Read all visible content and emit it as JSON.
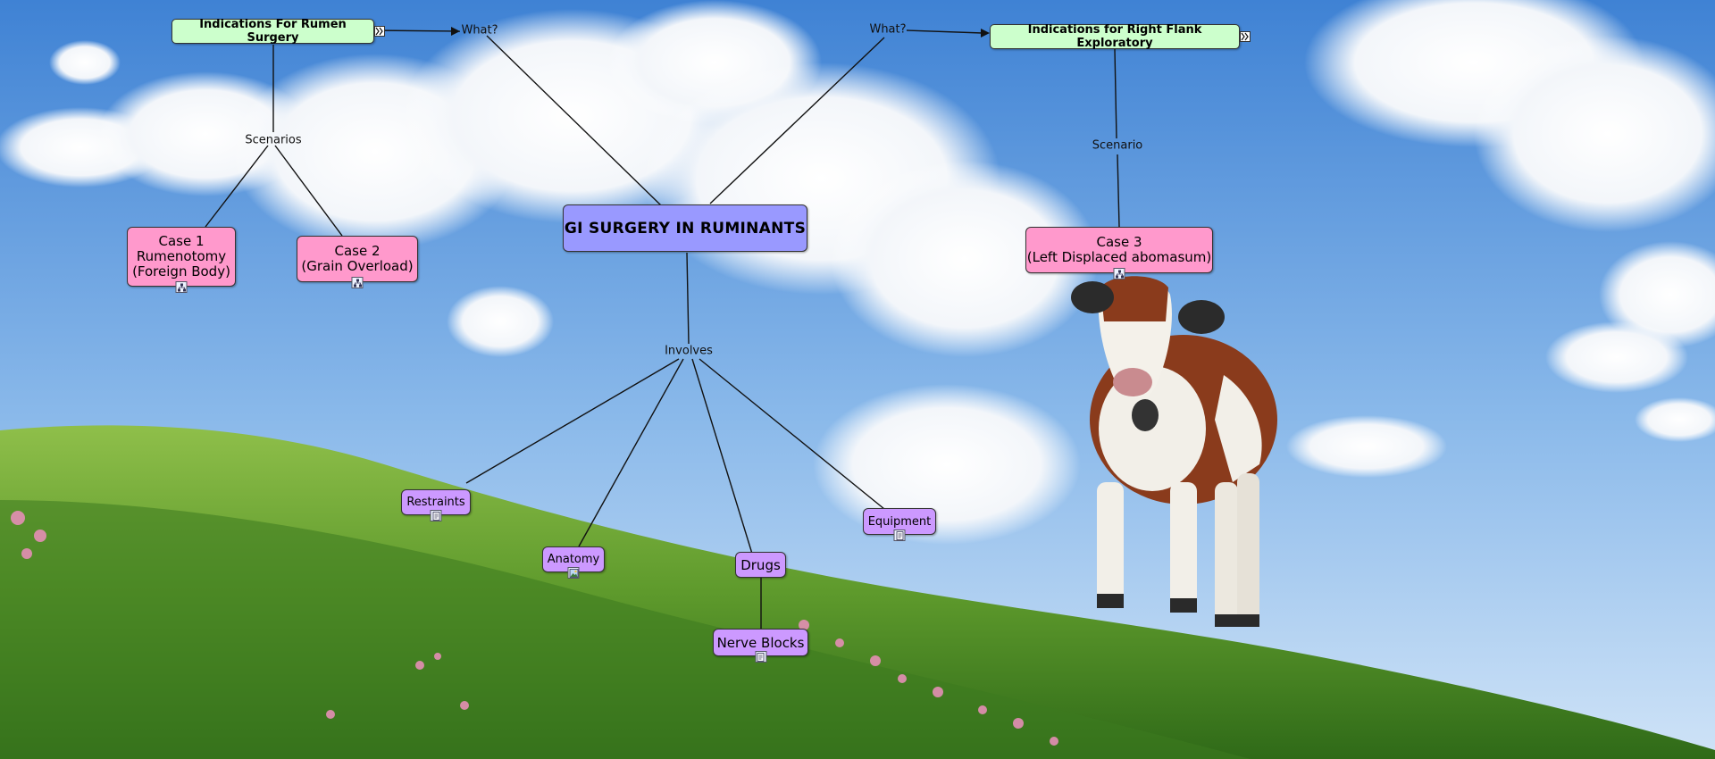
{
  "map": {
    "central": "GI SURGERY IN RUMINANTS",
    "nodes": {
      "rumen_surgery": "Indications For Rumen Surgery",
      "right_flank": "Indications for Right Flank Exploratory",
      "case1": [
        "Case 1",
        "Rumenotomy",
        "(Foreign Body)"
      ],
      "case2": [
        "Case 2",
        "(Grain Overload)"
      ],
      "case3": [
        "Case 3",
        "(Left Displaced abomasum)"
      ],
      "restraints": "Restraints",
      "anatomy": "Anatomy",
      "drugs": "Drugs",
      "equipment": "Equipment",
      "nerve_blocks": "Nerve Blocks"
    },
    "links": {
      "what_left": "What?",
      "what_right": "What?",
      "scenarios": "Scenarios",
      "scenario": "Scenario",
      "involves": "Involves"
    }
  },
  "icons": {
    "case_resource": "concept-map-icon",
    "doc_resource": "document-icon",
    "image_resource": "image-icon",
    "expand": "expand-arrows-icon"
  },
  "colors": {
    "central_node": "#9999ff",
    "topic_node": "#ccffcc",
    "case_node": "#ff99cc",
    "subtopic_node": "#cc99ff"
  }
}
